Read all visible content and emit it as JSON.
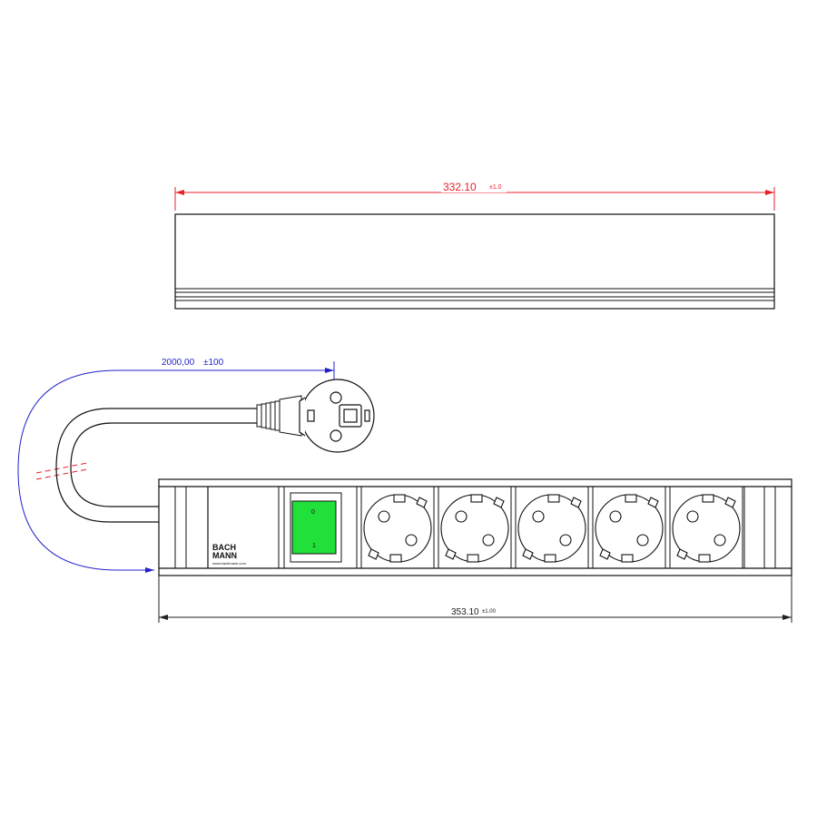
{
  "colors": {
    "line": "#111111",
    "dimension_top": "#e8202a",
    "dimension_cable": "#2222c8",
    "dimension_bottom": "#222222",
    "switch_green": "#22e03a",
    "background": "#ffffff"
  },
  "top_view": {
    "dimension_value": "332.10",
    "dimension_tolerance": "±1.0"
  },
  "cable": {
    "length_value": "2000,00",
    "length_tolerance": "±100"
  },
  "front_view": {
    "brand_line1": "BACH",
    "brand_line2": "MANN",
    "brand_url": "www.bachmann.com",
    "switch_top_mark": "0",
    "switch_bottom_mark": "1",
    "socket_count": 5,
    "dimension_value": "353.10",
    "dimension_tolerance": "±1.00"
  },
  "icons": {
    "plug": "schuko-plug-icon",
    "socket": "schuko-socket-icon",
    "switch": "rocker-switch-icon"
  }
}
